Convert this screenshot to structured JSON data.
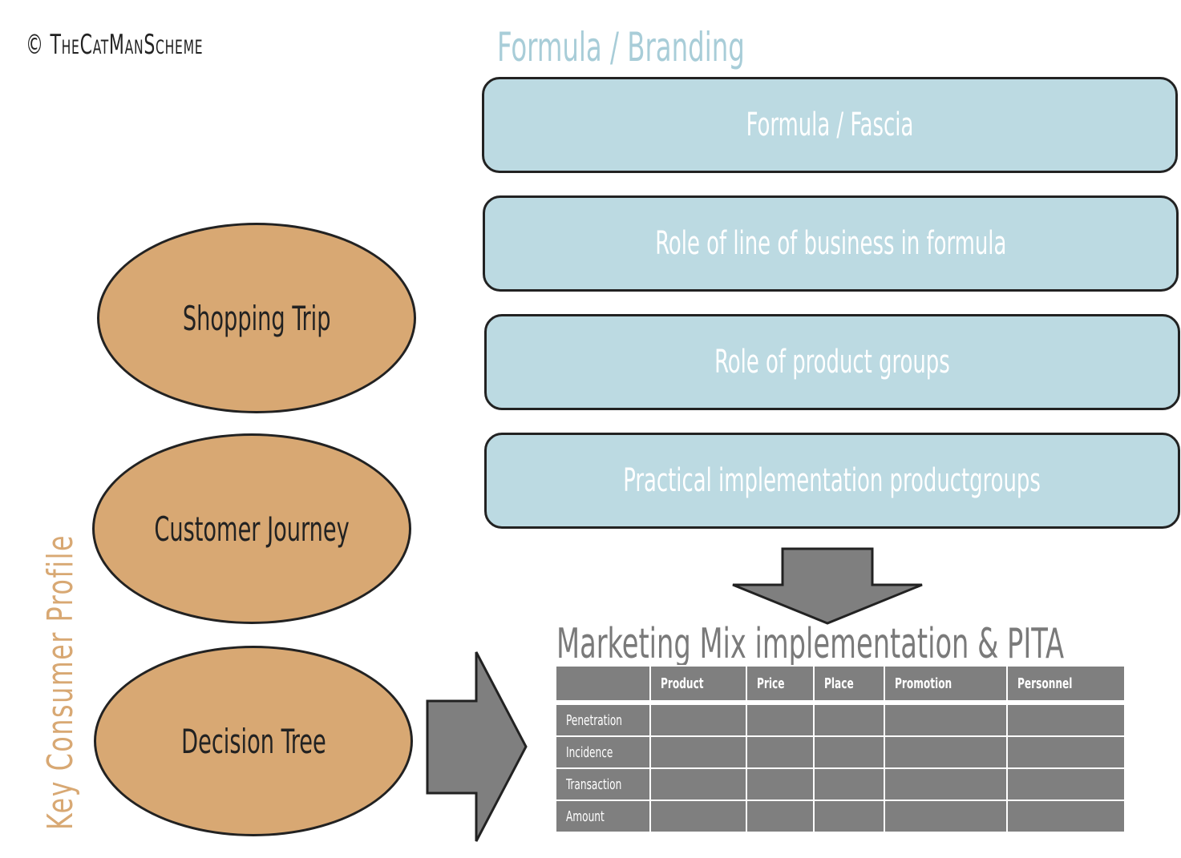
{
  "copyright": "© TheCatManScheme",
  "section_title": "Formula / Branding",
  "boxes": [
    "Formula / Fascia",
    "Role of line of business in formula",
    "Role of product groups",
    "Practical implementation productgroups"
  ],
  "ellipses": [
    "Shopping Trip",
    "Customer Journey",
    "Decision Tree"
  ],
  "vertical_label": "Key Consumer Profile",
  "mix": {
    "title": "Marketing Mix implementation & PITA",
    "columns": [
      "Product",
      "Price",
      "Place",
      "Promotion",
      "Personnel"
    ],
    "rows": [
      "Penetration",
      "Incidence",
      "Transaction",
      "Amount"
    ]
  },
  "colors": {
    "box_fill": "#bcdae2",
    "ellipse_fill": "#d8a873",
    "arrow_fill": "#7f7f7f",
    "table_fill": "#7f7f7f",
    "title_blue": "#a8cdd8",
    "label_tan": "#d8a873"
  }
}
